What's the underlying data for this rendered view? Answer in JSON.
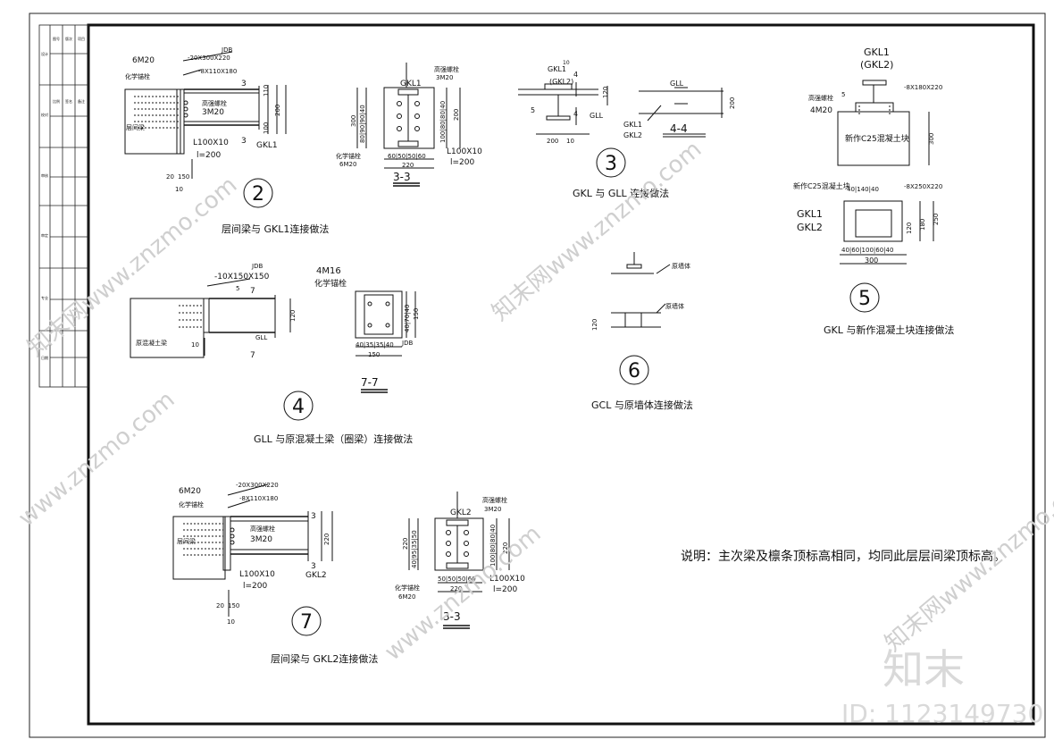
{
  "details": {
    "d2": {
      "num": "2",
      "caption": "层间梁与 GKL1连接做法",
      "bolts": "6M20",
      "anchor": "化学锚栓",
      "plate1": "-20X300X220",
      "plate2": "-8X110X180",
      "jdb": "JDB",
      "hs_bolt": "高强螺栓",
      "hs_spec": "3M20",
      "existing": "层间梁",
      "angle": "L100X10",
      "angle_len": "l=200",
      "beam": "GKL1",
      "dim1": "20",
      "dim2": "150",
      "dim3": "10",
      "d_110": "110",
      "d_200": "200",
      "d_100": "100",
      "sec": "3"
    },
    "d33a": {
      "title": "3-3",
      "beam": "GKL1",
      "hs_bolt": "高强螺栓",
      "hs_spec": "3M20",
      "dim_300": "300",
      "dim_row": "80|90|90|40",
      "dim_right": "100|80|80|40",
      "dim_200": "200",
      "anchor": "化学锚栓",
      "bolts": "6M20",
      "dim_bot": "60|50|50|60",
      "dim_220": "220",
      "angle": "L100X10",
      "angle_len": "l=200"
    },
    "d3": {
      "num": "3",
      "caption": "GKL 与 GLL 连接做法",
      "top": "GKL1",
      "top2": "(GKL2)",
      "dim_10": "10",
      "dim_4": "4",
      "dim_120": "120",
      "weld": "5",
      "gll": "GLL",
      "dim_200a": "200",
      "dim_10b": "10"
    },
    "d44": {
      "title": "4-4",
      "gll": "GLL",
      "gkl1": "GKL1",
      "gkl2": "GKL2",
      "dim_200": "200"
    },
    "d5": {
      "num": "5",
      "caption": "GKL 与新作混凝土块连接做法",
      "top1": "GKL1",
      "top2": "(GKL2)",
      "plate": "-8X180X220",
      "weld": "5",
      "hs_bolt": "高强螺栓",
      "bolts": "4M20",
      "concrete": "新作C25混凝土块",
      "dim_300": "300",
      "new_c25": "新作C25混凝土块",
      "plate2": "-8X250X220",
      "d_top": "40|140|40",
      "gkl1": "GKL1",
      "gkl2": "GKL2",
      "d_120": "120",
      "d_180": "180",
      "d_250": "250",
      "d_bot": "40|60|100|60|40",
      "d_300b": "300"
    },
    "d4": {
      "num": "4",
      "caption": "GLL 与原混凝土梁（圈梁）连接做法",
      "jdb": "JDB",
      "plate": "-10X150X150",
      "weld": "5",
      "sec": "7",
      "existing": "原混凝土梁",
      "gll": "GLL",
      "dim_120": "120",
      "dim_10": "10"
    },
    "d77": {
      "title": "7-7",
      "bolts": "4M16",
      "anchor": "化学锚栓",
      "dim_right": "40|70|40",
      "dim_150": "150",
      "dim_bot": "40|35|35|40",
      "dim_150b": "150",
      "jdb": "JDB"
    },
    "d6": {
      "num": "6",
      "caption": "GCL 与原墙体连接做法",
      "wall1": "原墙体",
      "wall2": "原墙体",
      "dim_120": "120"
    },
    "d7": {
      "num": "7",
      "caption": "层间梁与 GKL2连接做法",
      "bolts": "6M20",
      "anchor": "化学锚栓",
      "plate1": "-20X300X220",
      "plate2": "-8X110X180",
      "hs_bolt": "高强螺栓",
      "hs_spec": "3M20",
      "existing": "层间梁",
      "angle": "L100X10",
      "angle_len": "l=200",
      "beam": "GKL2",
      "dim1": "20",
      "dim2": "150",
      "dim3": "10",
      "d_220": "220",
      "sec": "3"
    },
    "d33b": {
      "title": "3-3",
      "beam": "GKL2",
      "hs_bolt": "高强螺栓",
      "hs_spec": "3M20",
      "dim_220": "220",
      "dim_row": "40|95|35|50",
      "dim_right": "100|80|80|40",
      "anchor": "化学锚栓",
      "bolts": "6M20",
      "dim_bot": "50|50|50|60",
      "dim_220b": "220",
      "angle": "L100X10",
      "angle_len": "l=200"
    }
  },
  "title_block": {
    "cells": [
      "设计",
      "校对",
      "审核",
      "审定",
      "专业",
      "日期",
      "图号",
      "版次",
      "项目",
      "比例",
      "签名",
      "备注"
    ]
  },
  "note": "说明：主次梁及檩条顶标高相同，均同此层层间梁顶标高。",
  "watermarks": [
    "知末网www.znzmo.com",
    "www.znzmo.com",
    "知末网www.znzmo.com",
    "www.znzmo.com",
    "知末网www.znzmo.com"
  ],
  "brand": {
    "logo": "知末",
    "id": "ID: 1123149730"
  },
  "colors": {
    "line": "#111111",
    "watermark": "#cfcfcf",
    "brand": "#d9d9d9"
  }
}
